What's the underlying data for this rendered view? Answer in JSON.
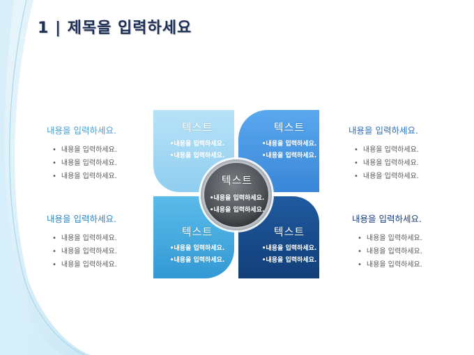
{
  "slide": {
    "title": "1 | 제목을 입력하세요"
  },
  "side_blocks": {
    "top_left": {
      "heading": "내용을 입력하세요.",
      "items": [
        "내용을 입력하세요.",
        "내용을 입력하세요.",
        "내용을 입력하세요."
      ]
    },
    "bottom_left": {
      "heading": "내용을 입력하세요.",
      "items": [
        "내용을 입력하세요.",
        "내용을 입력하세요.",
        "내용을 입력하세요."
      ]
    },
    "top_right": {
      "heading": "내용을 입력하세요.",
      "items": [
        "내용을 입력하세요.",
        "내용을 입력하세요.",
        "내용을 입력하세요."
      ]
    },
    "bottom_right": {
      "heading": "내용을 입력하세요.",
      "items": [
        "내용을 입력하세요.",
        "내용을 입력하세요.",
        "내용을 입력하세요."
      ]
    }
  },
  "petals": {
    "top_left": {
      "title": "텍스트",
      "items": [
        "내용을 입력하세요.",
        "내용을 입력하세요."
      ],
      "color": "#9fd6f3"
    },
    "top_right": {
      "title": "텍스트",
      "items": [
        "내용을 입력하세요.",
        "내용을 입력하세요."
      ],
      "color": "#4a98e6"
    },
    "bottom_left": {
      "title": "텍스트",
      "items": [
        "내용을 입력하세요.",
        "내용을 입력하세요."
      ],
      "color": "#45ade2"
    },
    "bottom_right": {
      "title": "텍스트",
      "items": [
        "내용을 입력하세요.",
        "내용을 입력하세요."
      ],
      "color": "#174b8c"
    }
  },
  "center": {
    "title": "텍스트",
    "items": [
      "내용을 입력하세요.",
      "내용을 입력하세요."
    ],
    "color": "#5a5d62"
  }
}
